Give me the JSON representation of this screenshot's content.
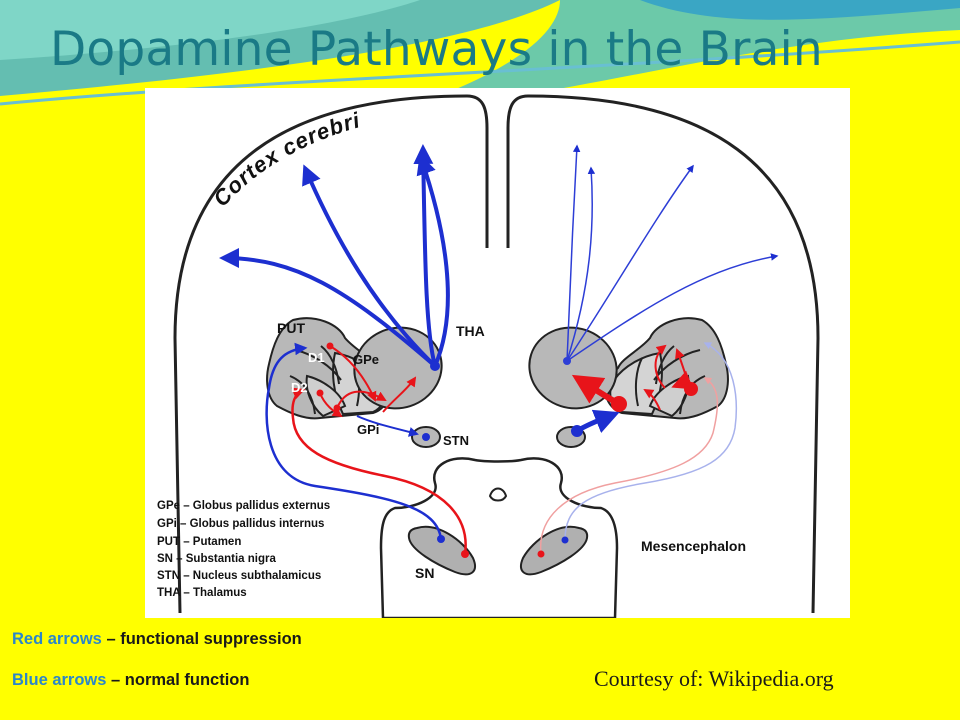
{
  "slide": {
    "title": "Dopamine Pathways in the Brain",
    "credit": "Courtesy of: Wikipedia.org",
    "colors": {
      "background": "#ffff00",
      "title": "#1a7a86",
      "legend_key": "#2b86c9",
      "red_path": "#e8141a",
      "blue_path": "#1d2fd0"
    }
  },
  "legend": {
    "red": {
      "key": "Red arrows",
      "desc": " – functional suppression"
    },
    "blue": {
      "key": "Blue arrows",
      "desc": " – normal function"
    }
  },
  "diagram": {
    "cortex_label": "Cortex cerebri",
    "labels": {
      "put": "PUT",
      "tha": "THA",
      "d1": "D1",
      "d2": "D2",
      "gpe": "GPe",
      "gpi": "GPi",
      "stn": "STN",
      "sn": "SN",
      "mesencephalon": "Mesencephalon"
    },
    "abbreviations": [
      "GPe – Globus pallidus externus",
      "GPi – Globus pallidus internus",
      "PUT – Putamen",
      "SN – Substantia nigra",
      "STN – Nucleus subthalamicus",
      "THA – Thalamus"
    ]
  }
}
